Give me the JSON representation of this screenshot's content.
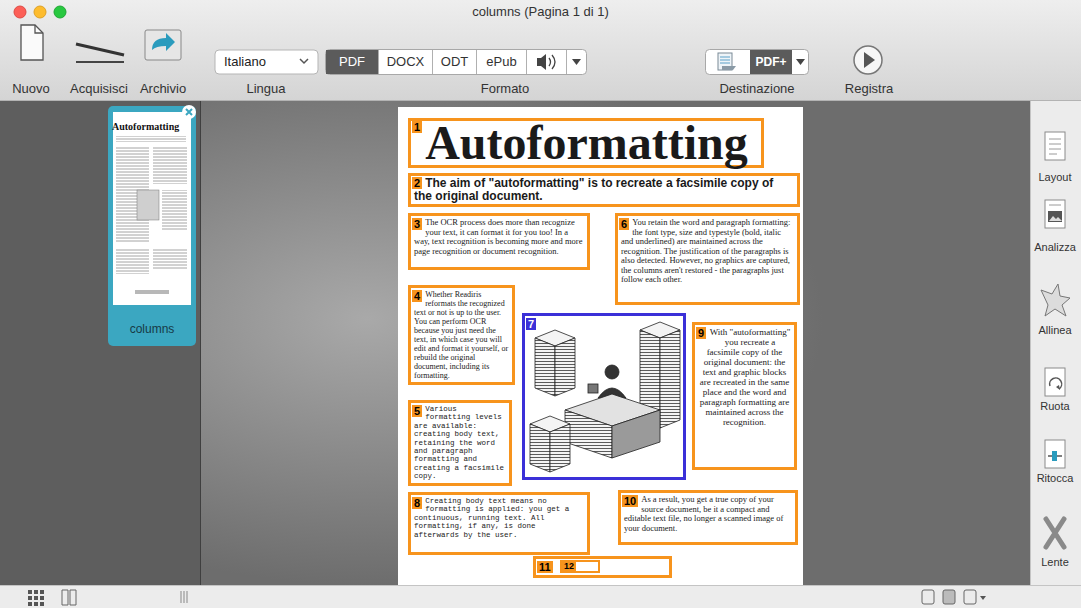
{
  "diagram": {
    "title": "columns (Pagina 1 di 1)",
    "nodes": [
      {
        "text": [
          "Italiano"
        ]
      },
      {
        "text": [
          "PDF"
        ]
      },
      {
        "text": [
          "DOCX"
        ]
      },
      {
        "text": [
          "ODT"
        ]
      },
      {
        "text": [
          "ePub"
        ]
      },
      {
        "text": [
          "PDF+"
        ]
      },
      {
        "text": [
          "columns"
        ]
      },
      {
        "text": [
          "Autoformatting"
        ],
        "in": 6
      },
      {
        "text": [
          "1",
          "Autoformatting"
        ]
      },
      {
        "text": [
          "2",
          "The aim of \"autoformatting\" is to recreate a facsimile copy of the original document."
        ]
      },
      {
        "text": [
          "3",
          "The OCR process does more than recognize your text, it can format it for you too! In a way, text recognition is becoming more and more page recognition or document recognition."
        ]
      },
      {
        "text": [
          "4",
          "Whether Readiris reformats the recognized text or not is up to the user. You can perform OCR because you just need the text, in which case you will edit and format it yourself, or rebuild the original document, including its formatting."
        ]
      },
      {
        "text": [
          "5",
          "Various formatting levels are available: creating body text, retaining the word and paragraph formatting and creating a facsimile copy."
        ]
      },
      {
        "text": [
          "6",
          "You retain the word and paragraph formatting: the font type, size and typestyle (bold, italic and underlined) are maintained across the recognition. The justification of the paragraphs is also detected. However, no graphics are captured, the columns aren't restored - the paragraphs just follow each other."
        ]
      },
      {
        "text": [
          "7"
        ]
      },
      {
        "text": [
          "8",
          "Creating body text means no formatting is applied: you get a continuous, running text. All formatting, if any, is done afterwards by the user."
        ]
      },
      {
        "text": [
          "9",
          "With \"autoformatting\" you recreate a facsimile copy of the original document: the text and graphic blocks are recreated in the same place and the word and paragraph formatting are maintained across the recognition."
        ]
      },
      {
        "text": [
          "10",
          "As a result, you get a true copy of your source document, be it a compact and editable text file, no longer a scanned image of your document."
        ]
      },
      {
        "text": [
          "11"
        ]
      },
      {
        "text": [
          "12"
        ]
      }
    ],
    "labels": [
      "Nuovo",
      "Acquisisci",
      "Archivio",
      "Lingua",
      "Formato",
      "Destinazione",
      "Registra",
      "Layout",
      "Analizza",
      "Allinea",
      "Ruota",
      "Ritocca",
      "Lente"
    ]
  }
}
